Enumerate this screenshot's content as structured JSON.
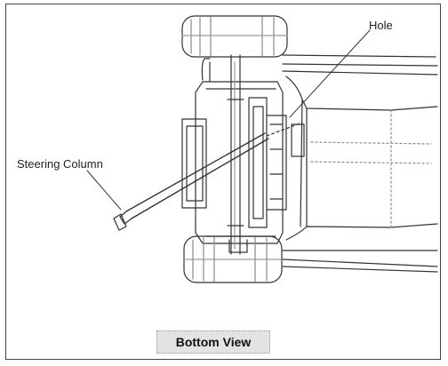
{
  "diagram": {
    "callouts": {
      "hole": "Hole",
      "steering_column": "Steering Column"
    },
    "caption": "Bottom View"
  }
}
